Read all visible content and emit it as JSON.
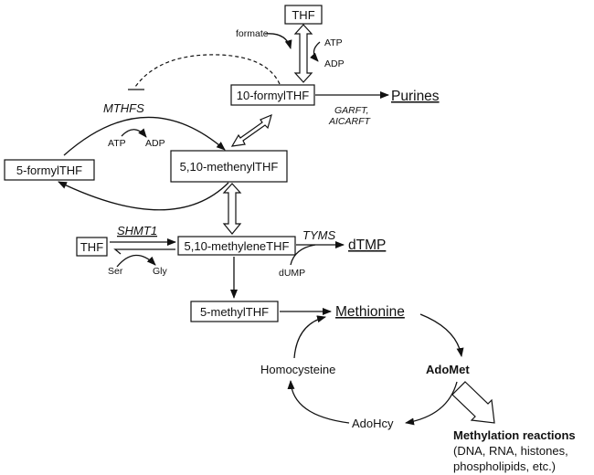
{
  "nodes": {
    "thf_top": "THF",
    "formyl10": "10-formylTHF",
    "formyl5": "5-formylTHF",
    "methenyl": "5,10-methenylTHF",
    "methylene": "5,10-methyleneTHF",
    "thf_left": "THF",
    "methyl5": "5-methylTHF"
  },
  "products": {
    "purines": "Purines",
    "dtmp": "dTMP",
    "methionine": "Methionine",
    "adomet": "AdoMet",
    "adohcy": "AdoHcy",
    "homocysteine": "Homocysteine",
    "methylation_title": "Methylation reactions",
    "methylation_line1": "(DNA, RNA, histones,",
    "methylation_line2": "phospholipids, etc.)"
  },
  "enzymes": {
    "mthfs": "MTHFS",
    "garft": "GARFT,",
    "aicarft": "AICARFT",
    "shmt1": "SHMT1",
    "tyms": "TYMS"
  },
  "cofactors": {
    "formate": "formate",
    "atp_top": "ATP",
    "adp_top": "ADP",
    "atp_mid": "ATP",
    "adp_mid": "ADP",
    "ser": "Ser",
    "gly": "Gly",
    "dump": "dUMP"
  }
}
